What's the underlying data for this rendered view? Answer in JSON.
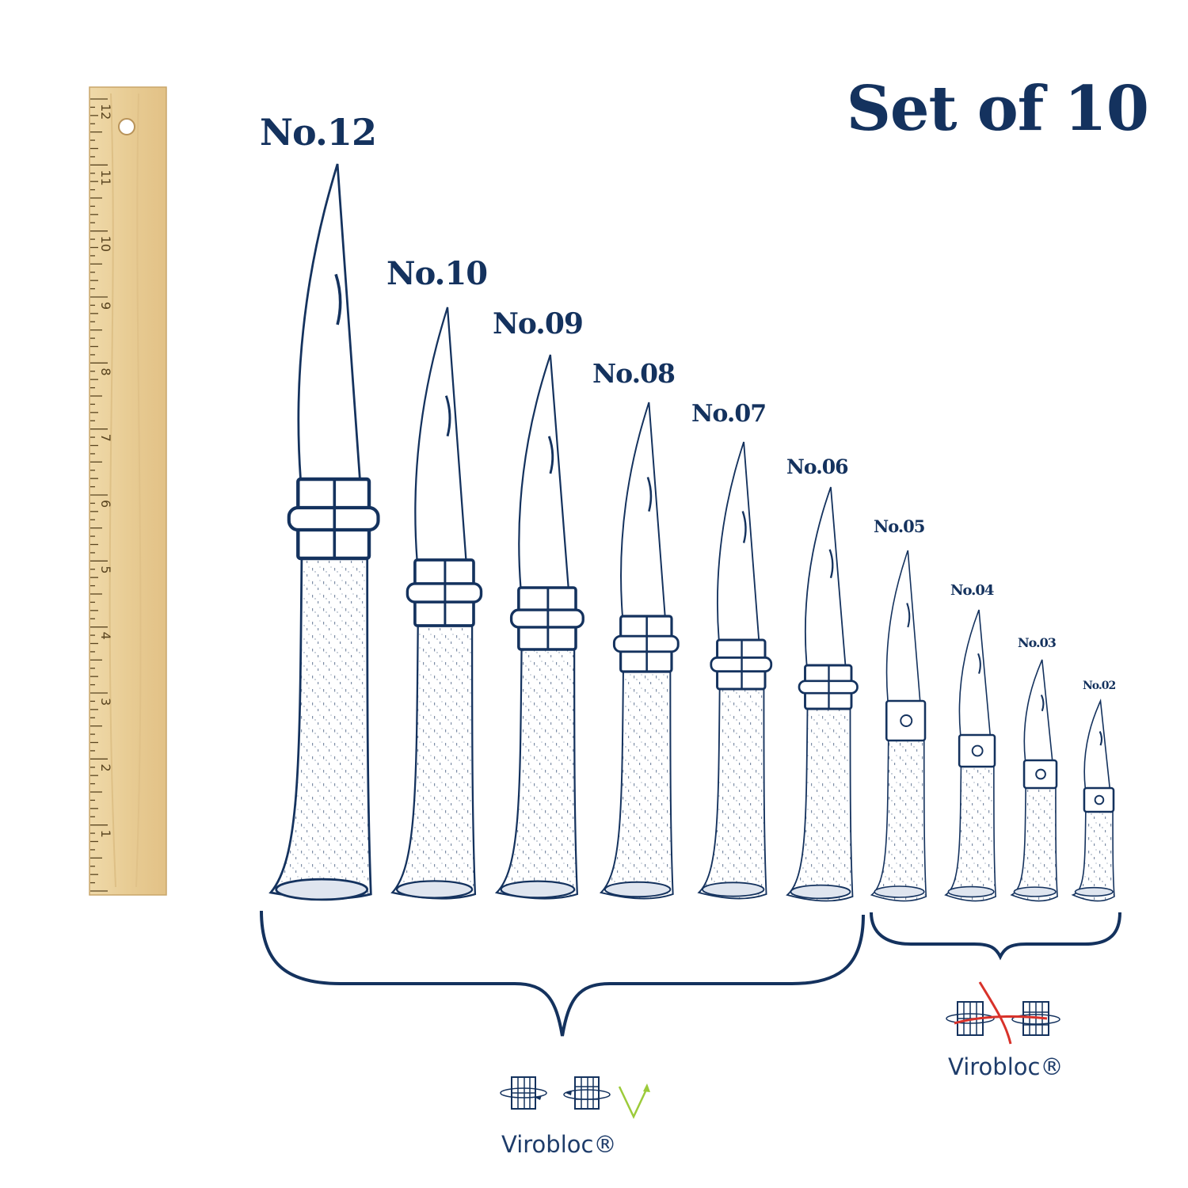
{
  "title": "Set of 10",
  "ruler": {
    "label": "ruler",
    "numbers": [
      "1",
      "2",
      "3",
      "4",
      "5",
      "6",
      "7",
      "8",
      "9",
      "10",
      "11",
      "12"
    ]
  },
  "knives": [
    {
      "label": "No.12"
    },
    {
      "label": "No.10"
    },
    {
      "label": "No.09"
    },
    {
      "label": "No.08"
    },
    {
      "label": "No.07"
    },
    {
      "label": "No.06"
    },
    {
      "label": "No.05"
    },
    {
      "label": "No.04"
    },
    {
      "label": "No.03"
    },
    {
      "label": "No.02"
    }
  ],
  "groups": [
    {
      "virobloc_label": "Virobloc®",
      "has_virobloc": true
    },
    {
      "virobloc_label": "Virobloc®",
      "has_virobloc": false
    }
  ],
  "colors": {
    "ink": "#14325e",
    "wood": "#e9cf9a",
    "check": "#9ccb3a",
    "cross": "#d8322a"
  }
}
